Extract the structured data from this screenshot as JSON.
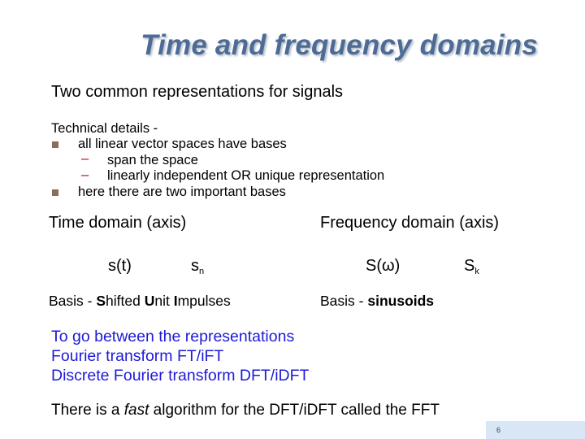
{
  "title": "Time and frequency domains",
  "subtitle": "Two common representations for signals",
  "technical": {
    "heading": "Technical details -",
    "bullet1": "all linear vector spaces have bases",
    "sub1": "span the space",
    "sub2": "linearly independent  OR  unique representation",
    "bullet2": "here there are two important bases"
  },
  "time_domain": {
    "label": "Time domain (axis)",
    "continuous": "s(t)",
    "discrete_base": "s",
    "discrete_sub": "n",
    "basis_prefix": "Basis - ",
    "basis_S": "S",
    "basis_hifted": "hifted ",
    "basis_U": "U",
    "basis_nit": "nit ",
    "basis_I": "I",
    "basis_mpulses": "mpulses"
  },
  "freq_domain": {
    "label": "Frequency domain (axis)",
    "continuous": "S(ω)",
    "discrete_base": "S",
    "discrete_sub": "k",
    "basis_prefix": "Basis - ",
    "basis_bold": "sinusoids"
  },
  "transforms": {
    "line1": "To go between the representations",
    "line2": "Fourier transform  FT/iFT",
    "line3": "Discrete Fourier transform DFT/iDFT"
  },
  "fft": {
    "before": "There is a ",
    "italic": "fast",
    "after": " algorithm for the DFT/iDFT called the FFT"
  },
  "page_number": "6",
  "colors": {
    "title": "#4d6b94",
    "accent_text": "#1f1ad6",
    "bullet": "#8b6b5a",
    "dash": "#c00000",
    "footer": "#d9e6f5"
  }
}
